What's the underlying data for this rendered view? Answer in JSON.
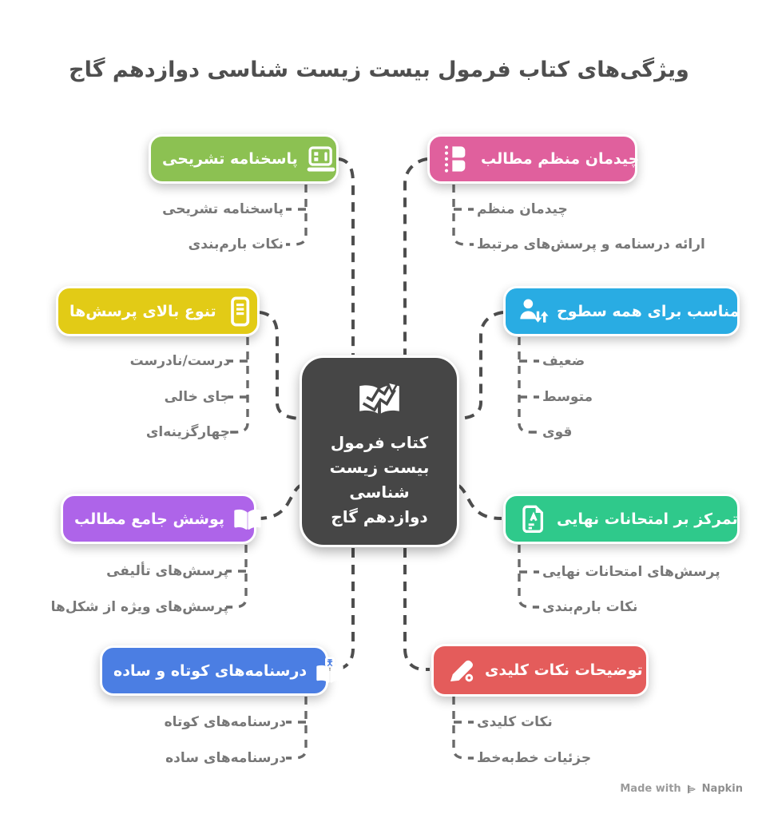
{
  "title": "ویژگی‌های کتاب فرمول بیست زیست شناسی دوازدهم گاج",
  "center": {
    "label": "کتاب فرمول بیست زیست شناسی دوازدهم گاج",
    "icon": "book-growth-icon",
    "color": "#464646"
  },
  "branches": [
    {
      "id": "answer-key",
      "label": "پاسخنامه تشریحی",
      "icon": "laptop-notes-icon",
      "color": "#8CC152",
      "side": "left",
      "children": [
        "پاسخنامه تشریحی",
        "نکات بارم‌بندی"
      ]
    },
    {
      "id": "arrangement",
      "label": "چیدمان منظم مطالب",
      "icon": "stacked-files-icon",
      "color": "#E0609D",
      "side": "right",
      "children": [
        "چیدمان منظم",
        "ارائه درسنامه و پرسش‌های مرتبط"
      ]
    },
    {
      "id": "variety",
      "label": "تنوع بالای پرسش‌ها",
      "icon": "phone-list-icon",
      "color": "#E2CB16",
      "side": "left",
      "children": [
        "درست/نادرست",
        "جای خالی",
        "چهارگزینه‌ای"
      ]
    },
    {
      "id": "levels",
      "label": "مناسب برای همه سطوح",
      "icon": "user-levels-icon",
      "color": "#29ACE3",
      "side": "right",
      "children": [
        "ضعیف",
        "متوسط",
        "قوی"
      ]
    },
    {
      "id": "coverage",
      "label": "پوشش جامع مطالب",
      "icon": "open-book-icon",
      "color": "#AE64E9",
      "side": "left",
      "children": [
        "پرسش‌های تألیفی",
        "پرسش‌های ویژه از شکل‌ها"
      ]
    },
    {
      "id": "final-exams",
      "label": "تمرکز بر امتحانات نهایی",
      "icon": "exam-grade-icon",
      "color": "#2FC98B",
      "side": "right",
      "children": [
        "پرسش‌های امتحانات نهایی",
        "نکات بارم‌بندی"
      ]
    },
    {
      "id": "lessons",
      "label": "درسنامه‌های کوتاه و ساده",
      "icon": "translate-book-icon",
      "color": "#4B7EE3",
      "side": "left",
      "children": [
        "درسنامه‌های کوتاه",
        "درسنامه‌های ساده"
      ]
    },
    {
      "id": "key-points",
      "label": "توضیحات نکات کلیدی",
      "icon": "pen-icon",
      "color": "#E45C5B",
      "side": "right",
      "children": [
        "نکات کلیدی",
        "جزئیات خط‌به‌خط"
      ]
    }
  ],
  "footer": {
    "made_with": "Made with",
    "brand": "Napkin"
  }
}
